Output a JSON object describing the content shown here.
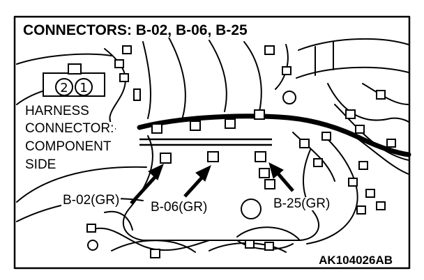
{
  "title": "CONNECTORS: B-02, B-06, B-25",
  "pin_numbers": [
    "2",
    "1"
  ],
  "side_labels": [
    "HARNESS",
    "CONNECTOR:",
    "COMPONENT",
    "SIDE"
  ],
  "connector_labels": [
    "B-02(GR)",
    "B-06(GR)",
    "B-25(GR)"
  ],
  "figure_code": "AK104026AB"
}
